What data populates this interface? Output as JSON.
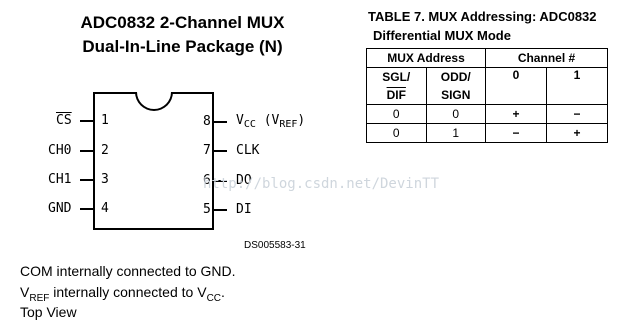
{
  "diagram": {
    "title_line1": "ADC0832 2-Channel MUX",
    "title_line2": "Dual-In-Line Package (N)",
    "pins_left": [
      {
        "num": "1",
        "name": "CS",
        "overbar": true
      },
      {
        "num": "2",
        "name": "CH0"
      },
      {
        "num": "3",
        "name": "CH1"
      },
      {
        "num": "4",
        "name": "GND"
      }
    ],
    "pins_right": [
      {
        "num": "8",
        "name_main": "V",
        "name_sub": "CC",
        "name_open": " (V",
        "name_sub2": "REF",
        "name_close": ")"
      },
      {
        "num": "7",
        "name": "CLK"
      },
      {
        "num": "6",
        "name": "DO"
      },
      {
        "num": "5",
        "name": "DI"
      }
    ],
    "ds_code": "DS005583-31",
    "notes": {
      "line1": "COM internally connected to GND.",
      "line2_v": "V",
      "line2_sub": "REF",
      "line2_mid": " internally connected to V",
      "line2_sub2": "CC",
      "line2_end": ".",
      "line3": "Top View"
    }
  },
  "table": {
    "title": "TABLE 7. MUX Addressing: ADC0832",
    "subtitle": "Differential MUX Mode",
    "group_headers": {
      "mux_address": "MUX Address",
      "channel": "Channel #"
    },
    "col_headers": {
      "sgl": "SGL/",
      "dif": "DIF",
      "odd": "ODD/",
      "sign": "SIGN",
      "ch0": "0",
      "ch1": "1"
    },
    "rows": [
      {
        "sgl": "0",
        "odd": "0",
        "ch0": "+",
        "ch1": "−"
      },
      {
        "sgl": "0",
        "odd": "1",
        "ch0": "−",
        "ch1": "+"
      }
    ]
  },
  "watermark": "http://blog.csdn.net/DevinTT"
}
